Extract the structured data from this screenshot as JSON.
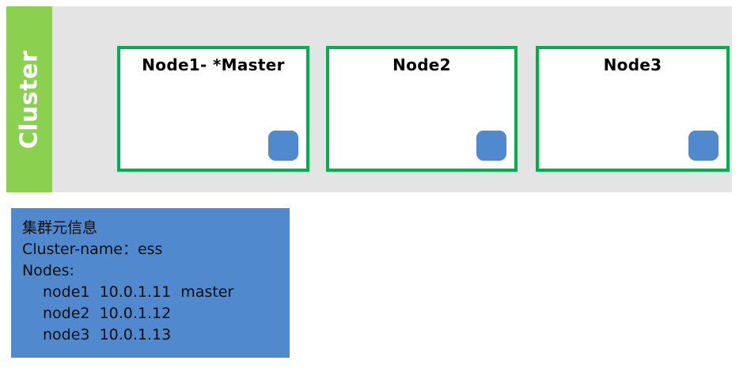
{
  "cluster": {
    "sidebar_label": "Cluster",
    "sidebar_color": "#8cd04f",
    "panel_color": "#e4e4e4",
    "node_border_color": "#00b050",
    "chip_color": "#5089ce",
    "nodes": [
      {
        "title": "Node1- *Master",
        "chip_name": "node-status-chip"
      },
      {
        "title": "Node2",
        "chip_name": "node-status-chip"
      },
      {
        "title": "Node3",
        "chip_name": "node-status-chip"
      }
    ]
  },
  "meta_box": {
    "background_color": "#5089ce",
    "heading": "集群元信息",
    "cluster_name_line": "Cluster-name：ess",
    "nodes_label": "Nodes:",
    "node_entries": [
      "node1  10.0.1.11  master",
      "node2  10.0.1.12",
      "node3  10.0.1.13"
    ]
  }
}
